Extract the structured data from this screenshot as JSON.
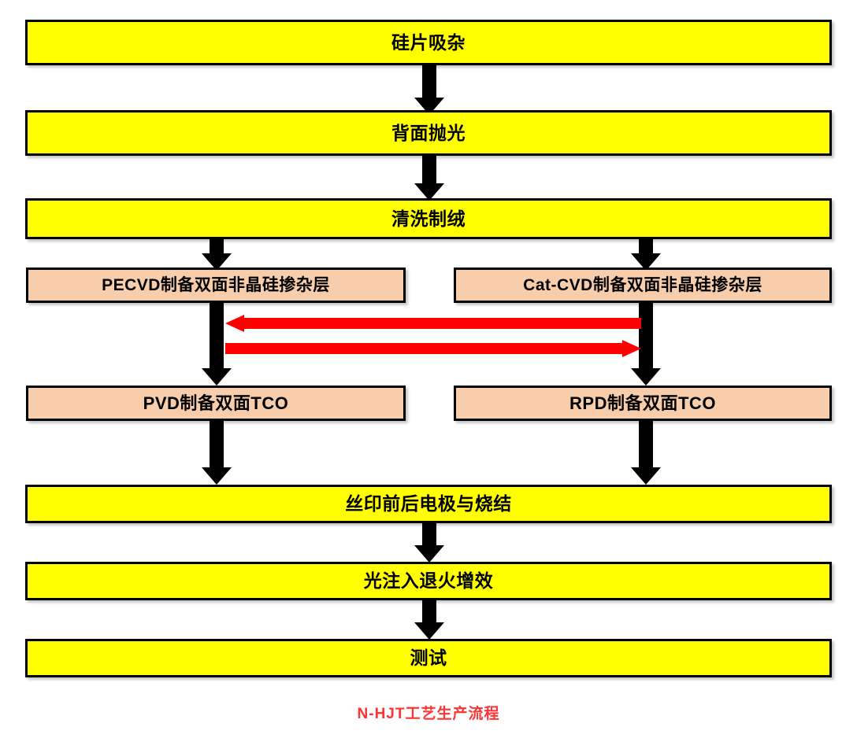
{
  "diagram": {
    "title": "N-HJT工艺生产流程",
    "caption": "N-HJT工艺生产流程",
    "caption_color": "#FF3333",
    "colors": {
      "primary_node_fill": "#FFFF00",
      "branch_node_fill": "#F8CDAC",
      "node_border": "#000000",
      "flow_arrow": "#000000",
      "exchange_arrow": "#FF0000",
      "background": "#FFFFFF"
    },
    "nodes": [
      {
        "id": "n1",
        "label": "硅片吸杂",
        "fill": "yellow",
        "lane": "full"
      },
      {
        "id": "n2",
        "label": "背面抛光",
        "fill": "yellow",
        "lane": "full"
      },
      {
        "id": "n3",
        "label": "清洗制绒",
        "fill": "yellow",
        "lane": "full"
      },
      {
        "id": "n4",
        "label": "PECVD制备双面非晶硅掺杂层",
        "fill": "peach",
        "lane": "left"
      },
      {
        "id": "n5",
        "label": "Cat-CVD制备双面非晶硅掺杂层",
        "fill": "peach",
        "lane": "right"
      },
      {
        "id": "n6",
        "label": "PVD制备双面TCO",
        "fill": "peach",
        "lane": "left"
      },
      {
        "id": "n7",
        "label": "RPD制备双面TCO",
        "fill": "peach",
        "lane": "right"
      },
      {
        "id": "n8",
        "label": "丝印前后电极与烧结",
        "fill": "yellow",
        "lane": "full"
      },
      {
        "id": "n9",
        "label": "光注入退火增效",
        "fill": "yellow",
        "lane": "full"
      },
      {
        "id": "n10",
        "label": "测试",
        "fill": "yellow",
        "lane": "full"
      }
    ],
    "edges": [
      {
        "from": "n1",
        "to": "n2",
        "kind": "flow-down",
        "color": "#000000"
      },
      {
        "from": "n2",
        "to": "n3",
        "kind": "flow-down",
        "color": "#000000"
      },
      {
        "from": "n3",
        "to": "n4",
        "kind": "flow-down",
        "color": "#000000"
      },
      {
        "from": "n3",
        "to": "n5",
        "kind": "flow-down",
        "color": "#000000"
      },
      {
        "from": "n4",
        "to": "n6",
        "kind": "flow-down",
        "color": "#000000"
      },
      {
        "from": "n5",
        "to": "n7",
        "kind": "flow-down",
        "color": "#000000"
      },
      {
        "from": "n6",
        "to": "n8",
        "kind": "flow-down",
        "color": "#000000"
      },
      {
        "from": "n7",
        "to": "n8",
        "kind": "flow-down",
        "color": "#000000"
      },
      {
        "from": "n8",
        "to": "n9",
        "kind": "flow-down",
        "color": "#000000"
      },
      {
        "from": "n9",
        "to": "n10",
        "kind": "flow-down",
        "color": "#000000"
      },
      {
        "from": "n5",
        "to": "n4",
        "kind": "cross-left",
        "color": "#FF0000"
      },
      {
        "from": "n4",
        "to": "n5",
        "kind": "cross-right",
        "color": "#FF0000"
      }
    ]
  }
}
